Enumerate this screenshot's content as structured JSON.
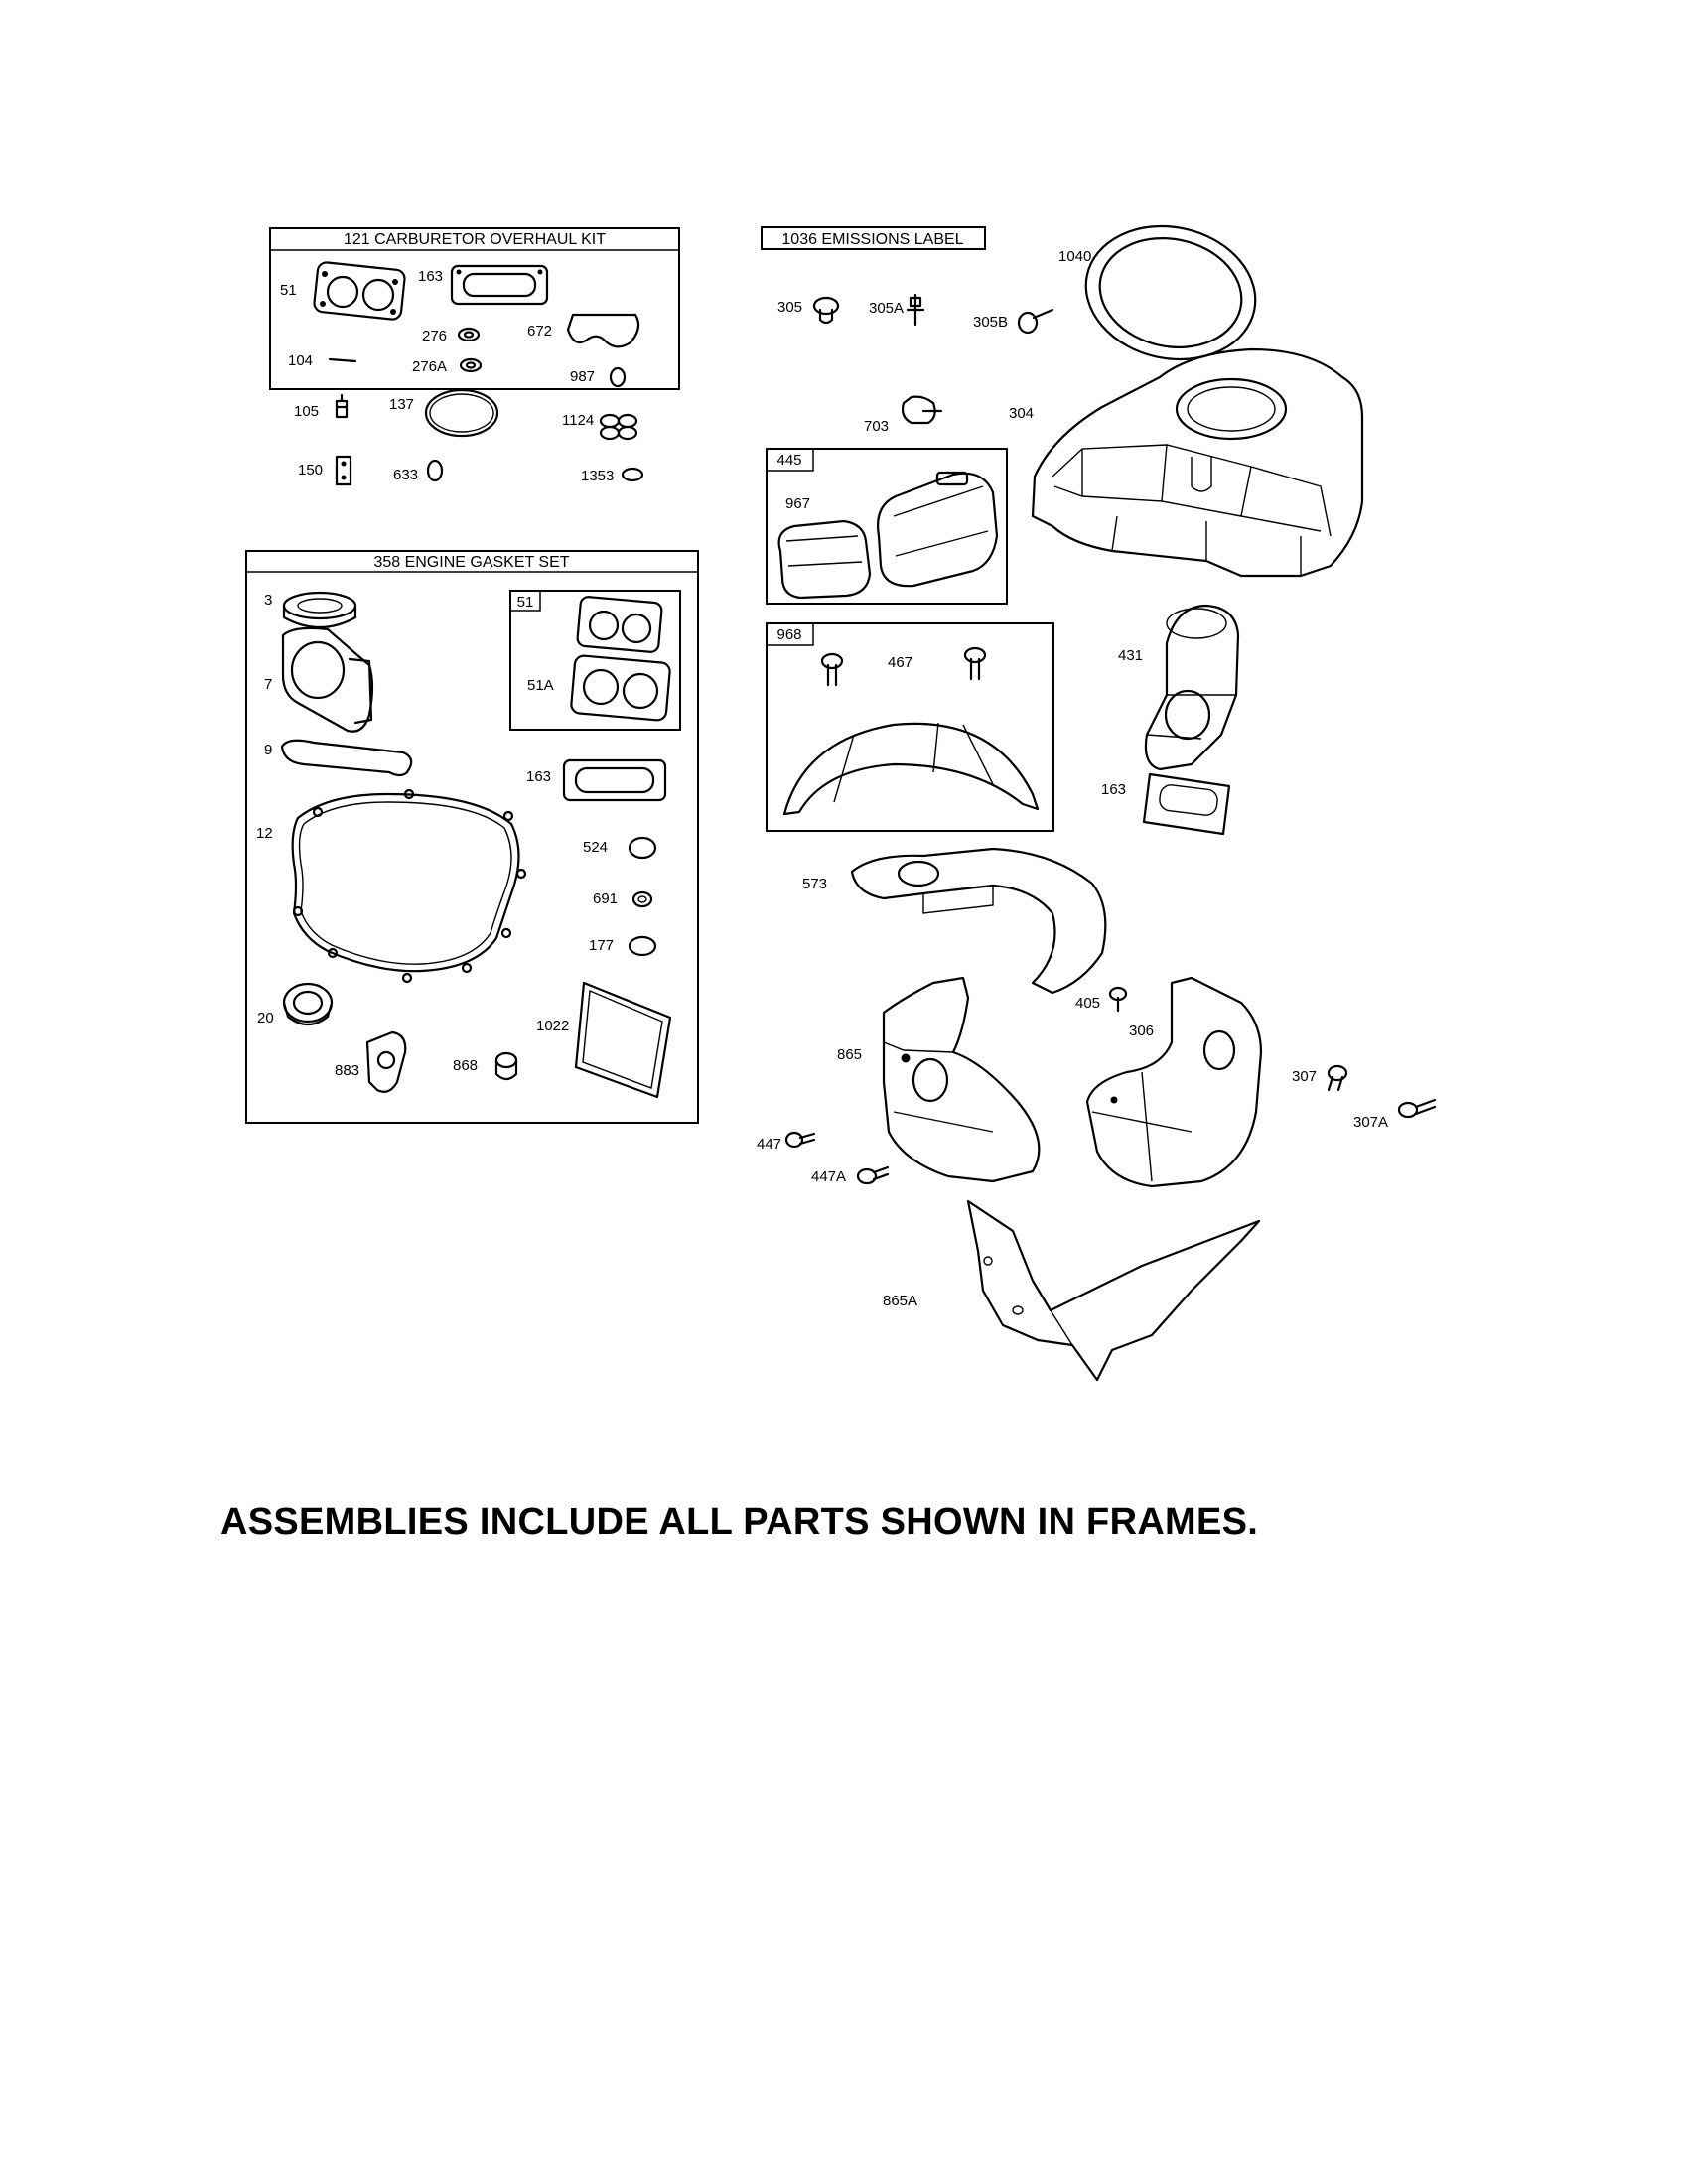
{
  "frames": {
    "carb_kit": "121 CARBURETOR OVERHAUL KIT",
    "gasket_set": "358 ENGINE GASKET SET",
    "emissions_label": "1036 EMISSIONS LABEL",
    "box_445": "445",
    "box_968": "968",
    "box_51": "51"
  },
  "labels": {
    "carb": {
      "p51": "51",
      "p163": "163",
      "p276": "276",
      "p672": "672",
      "p104": "104",
      "p276a": "276A",
      "p987": "987",
      "p105": "105",
      "p137": "137",
      "p1124": "1124",
      "p150": "150",
      "p633": "633",
      "p1353": "1353"
    },
    "gasket": {
      "p3": "3",
      "p7": "7",
      "p9": "9",
      "p12": "12",
      "p20": "20",
      "p51a": "51A",
      "p163": "163",
      "p524": "524",
      "p691": "691",
      "p177": "177",
      "p1022": "1022",
      "p868": "868",
      "p883": "883"
    },
    "right": {
      "p1040": "1040",
      "p305": "305",
      "p305a": "305A",
      "p305b": "305B",
      "p703": "703",
      "p304": "304",
      "p967": "967",
      "p467": "467",
      "p431": "431",
      "p163": "163",
      "p573": "573",
      "p405": "405",
      "p306": "306",
      "p865": "865",
      "p307": "307",
      "p307a": "307A",
      "p447": "447",
      "p447a": "447A",
      "p865a": "865A"
    }
  },
  "footer": "ASSEMBLIES INCLUDE ALL PARTS SHOWN IN FRAMES."
}
